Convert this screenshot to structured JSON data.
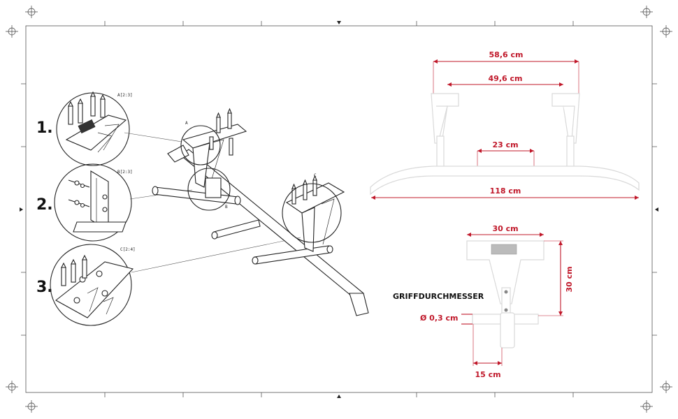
{
  "steps": [
    {
      "number": "1.",
      "detail_label": "A[2:3]",
      "callout": "A"
    },
    {
      "number": "2.",
      "detail_label": "B[2:3]",
      "callout": "B"
    },
    {
      "number": "3.",
      "detail_label": "C[2:4]",
      "callout": "C"
    }
  ],
  "dimensions": {
    "outer_width": "58,6 cm",
    "inner_width": "49,6 cm",
    "grip_spacing": "23 cm",
    "bar_length": "118 cm",
    "bracket_width": "30 cm",
    "bracket_height": "30 cm",
    "grip_diameter": "Ø 0,3 cm",
    "grip_length": "15 cm"
  },
  "grip_heading": "GRIFFDURCHMESSER",
  "colors": {
    "dimension": "#c0182a",
    "line": "#222222",
    "background": "#ffffff"
  }
}
